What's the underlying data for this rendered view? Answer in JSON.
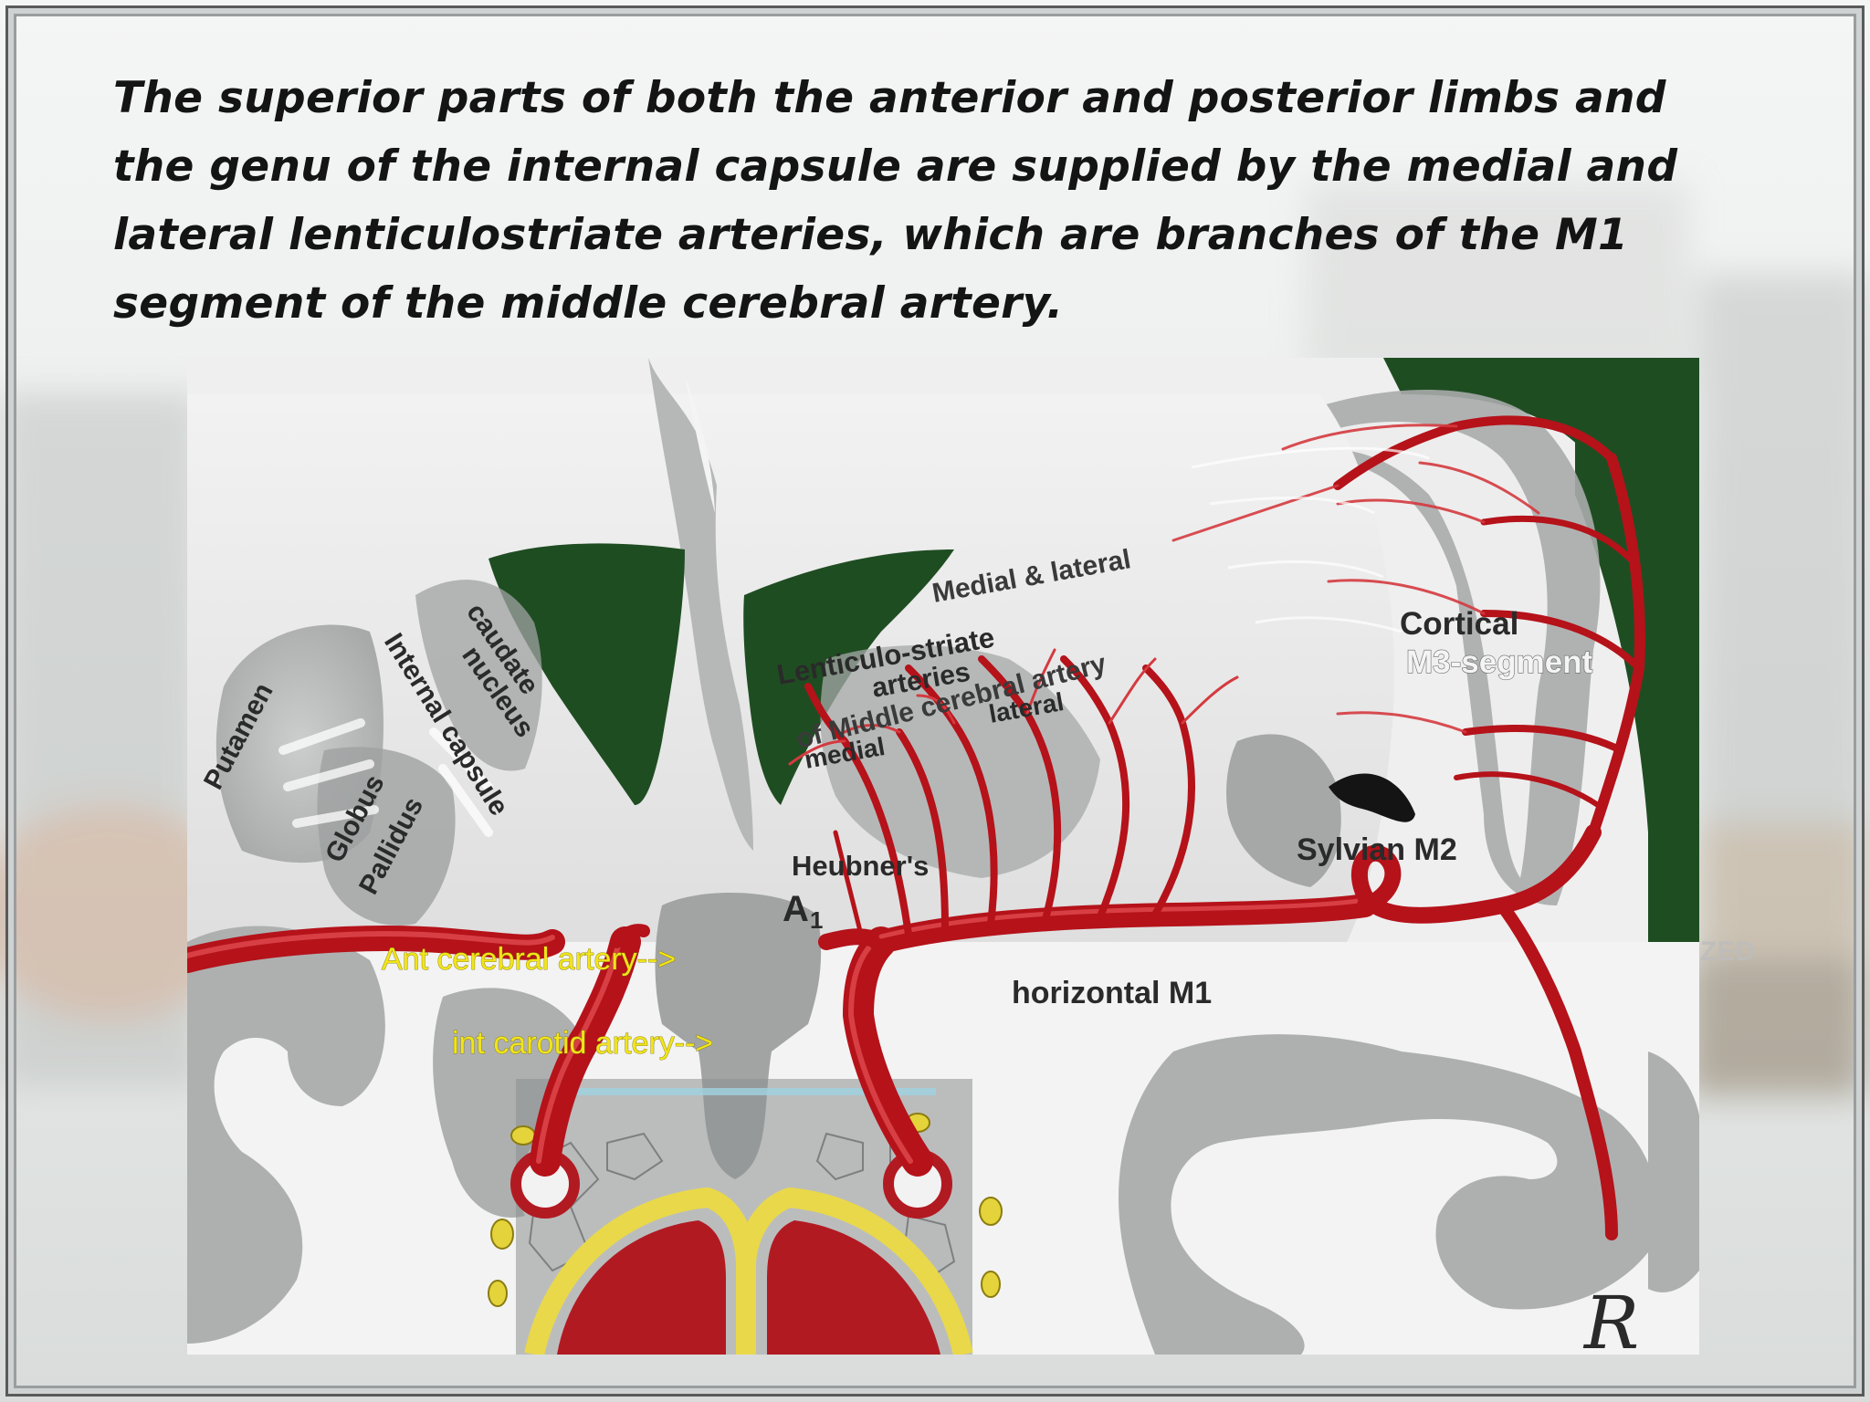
{
  "caption": "The superior parts of both the anterior and posterior limbs and the genu of the internal capsule are supplied by the medial and lateral lenticulostriate arteries, which are branches of the M1 segment of the middle cerebral artery.",
  "diagram": {
    "labels": {
      "caudate_nucleus_1": "caudate",
      "caudate_nucleus_2": "nucleus",
      "putamen": "Putamen",
      "internal_capsule": "Internal capsule",
      "globus_pallidus_1": "Globus",
      "globus_pallidus_2": "Pallidus",
      "lss_line1": "Medial & lateral",
      "lss_line2": "Lenticulo-striate",
      "lss_line3": "arteries",
      "lss_line4": "of Middle cerebral artery",
      "lss_medial": "medial",
      "lss_lateral": "lateral",
      "heubners": "Heubner's",
      "a1": "A",
      "a1_sub": "1",
      "ant_cerebral": "Ant cerebral artery-->",
      "int_carotid": "int carotid artery-->",
      "horizontal_m1": "horizontal M1",
      "sylvian_m2": "Sylvian M2",
      "cortical_1": "Cortical",
      "cortical_2": "M3-segment",
      "signature": "R",
      "watermark": "ZED"
    },
    "colors": {
      "artery": "#c2151c",
      "artery_highlight": "#e8585a",
      "green_space": "#1f4d22",
      "brain_grey": "#a8aaaa",
      "brain_light": "#d3d4d4",
      "label_yellow": "#f2e41a"
    }
  }
}
